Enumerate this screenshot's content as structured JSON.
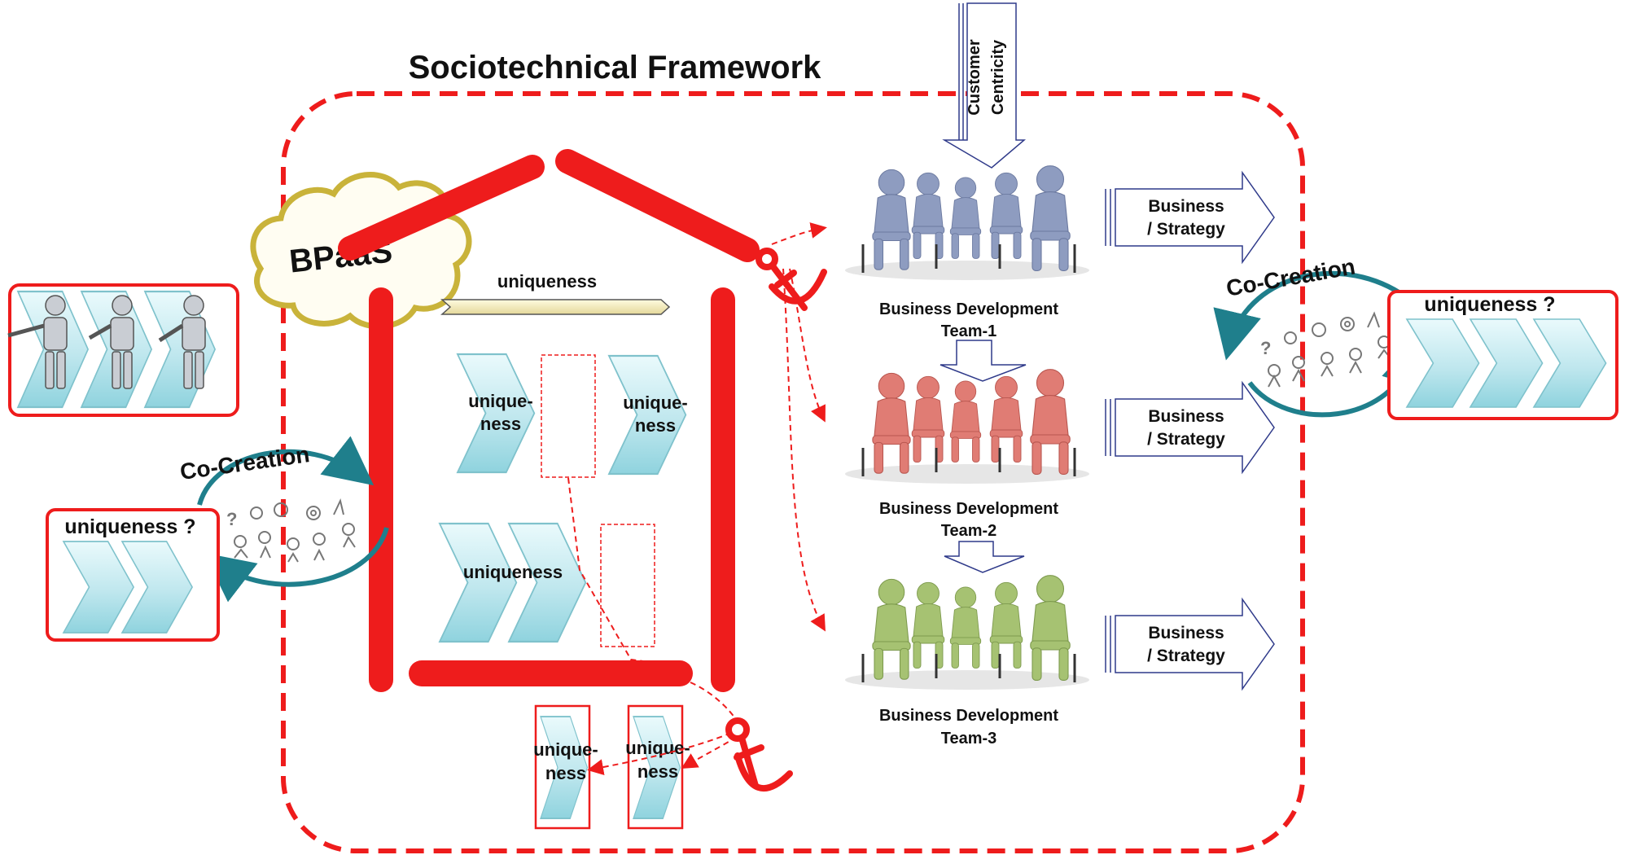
{
  "title": "Sociotechnical Framework",
  "cloud_label": "BPaaS",
  "vertical_arrow_lines": [
    "Customer",
    "Centricity"
  ],
  "roof_bar_label": "uniqueness",
  "house_chevrons": {
    "top_left": [
      "unique-",
      "ness"
    ],
    "top_right": [
      "unique-",
      "ness"
    ],
    "middle": "uniqueness"
  },
  "foundation_boxes": [
    [
      "unique-",
      "ness"
    ],
    [
      "unique-",
      "ness"
    ]
  ],
  "teams": [
    {
      "label_line1": "Business Development",
      "label_line2": "Team-1",
      "color": "#8e9cc0",
      "output_lines": [
        "Business",
        "/ Strategy"
      ]
    },
    {
      "label_line1": "Business Development",
      "label_line2": "Team-2",
      "color": "#e07c74",
      "output_lines": [
        "Business",
        "/ Strategy"
      ]
    },
    {
      "label_line1": "Business Development",
      "label_line2": "Team-3",
      "color": "#a6c272",
      "output_lines": [
        "Business",
        "/ Strategy"
      ]
    }
  ],
  "co_creation_left": "Co-Creation",
  "co_creation_right": "Co-Creation",
  "uniqueness_question_left": "uniqueness ?",
  "uniqueness_question_right": "uniqueness ?",
  "colors": {
    "frame_red": "#ee1c1c",
    "title_red": "#e8141c",
    "co_creation_teal": "#1f7f8c",
    "chevron_fill": "#cdeef2",
    "bpaas_gold": "#c9b33a",
    "bpaas_text": "#7d6a1a",
    "arrow_outline": "#2f3a8a"
  }
}
